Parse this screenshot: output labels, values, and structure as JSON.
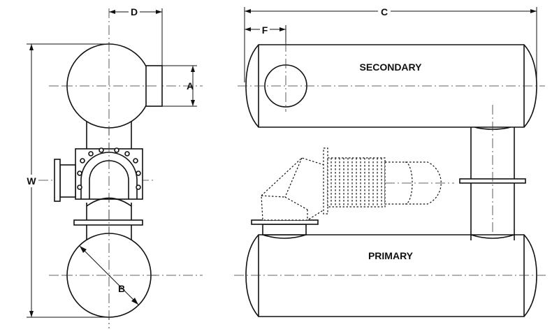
{
  "dimensions": {
    "d": "D",
    "a": "A",
    "w": "W",
    "b": "B",
    "c": "C",
    "f": "F"
  },
  "tanks": {
    "secondary": "SECONDARY",
    "primary": "PRIMARY"
  }
}
